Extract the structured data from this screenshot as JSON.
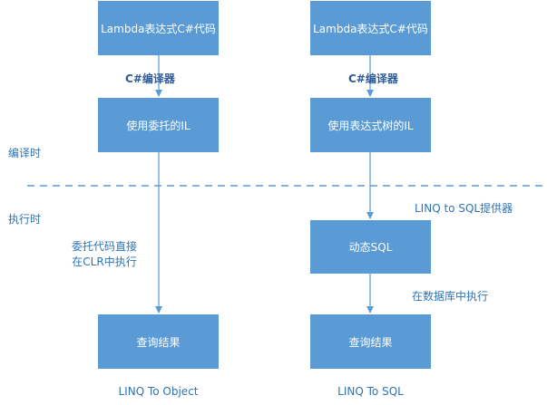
{
  "colors": {
    "box_fill": "#5b9bd5",
    "text_blue": "#2e74b5",
    "line": "#5b9bd5"
  },
  "left": {
    "source": "Lambda表达式C#代码",
    "compiler": "C#编译器",
    "il": "使用委托的IL",
    "exec_note_1": "委托代码直接",
    "exec_note_2": "在CLR中执行",
    "result": "查询结果",
    "caption": "LINQ To Object"
  },
  "right": {
    "source": "Lambda表达式C#代码",
    "compiler": "C#编译器",
    "il": "使用表达式树的IL",
    "provider": "LINQ to SQL提供器",
    "dynamic_sql": "动态SQL",
    "db_exec": "在数据库中执行",
    "result": "查询结果",
    "caption": "LINQ To SQL"
  },
  "phases": {
    "compile_time": "编译时",
    "run_time": "执行时"
  }
}
